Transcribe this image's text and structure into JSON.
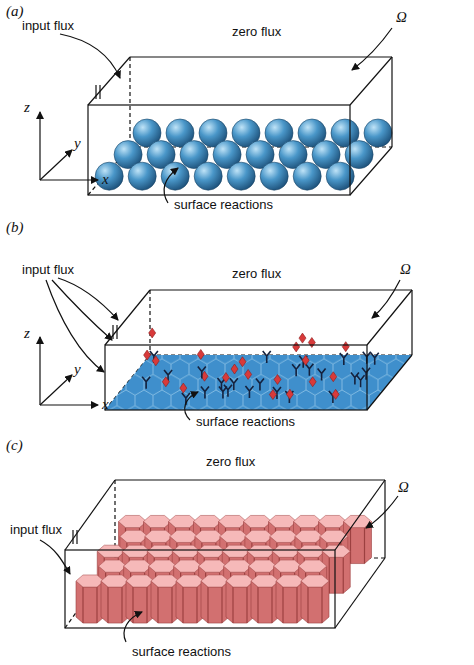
{
  "diagram": {
    "labels": [
      "(a)",
      "input flux",
      "zero flux",
      "Ω",
      "z",
      "y",
      "x",
      "surface reactions",
      "(b)",
      "input flux",
      "zero flux",
      "Ω",
      "z",
      "y",
      "x",
      "surface reactions",
      "(c)",
      "zero flux",
      "input flux",
      "Ω",
      "surface reactions"
    ]
  }
}
